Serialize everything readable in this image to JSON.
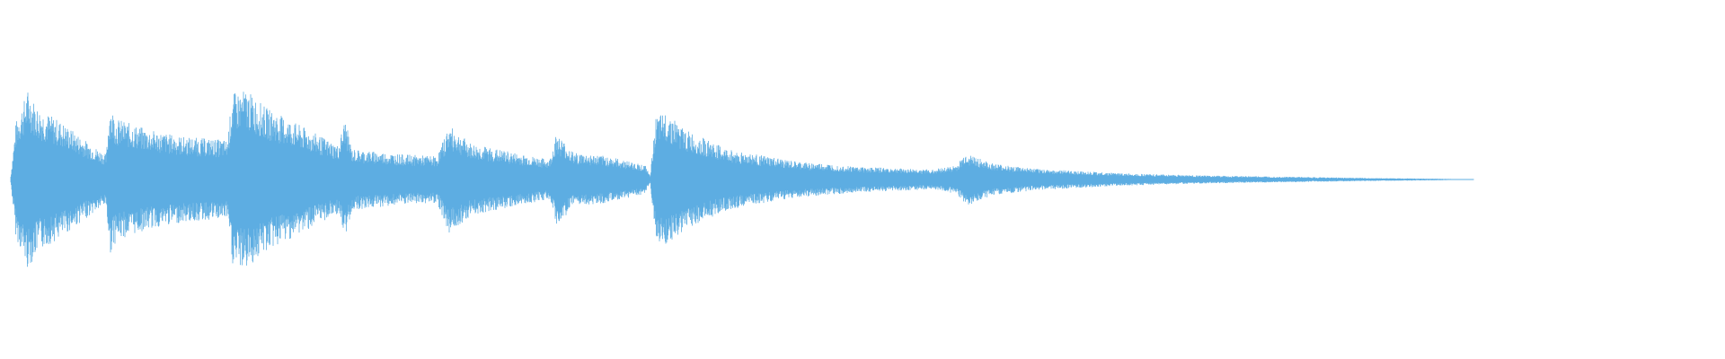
{
  "waveform": {
    "color": "#5dade2",
    "background": "#ffffff",
    "envelope": [
      [
        0.0,
        0.02
      ],
      [
        0.003,
        0.32
      ],
      [
        0.01,
        0.5
      ],
      [
        0.016,
        0.4
      ],
      [
        0.03,
        0.32
      ],
      [
        0.045,
        0.21
      ],
      [
        0.056,
        0.14
      ],
      [
        0.058,
        0.42
      ],
      [
        0.062,
        0.34
      ],
      [
        0.08,
        0.28
      ],
      [
        0.1,
        0.24
      ],
      [
        0.127,
        0.22
      ],
      [
        0.13,
        0.48
      ],
      [
        0.138,
        0.5
      ],
      [
        0.15,
        0.4
      ],
      [
        0.17,
        0.3
      ],
      [
        0.192,
        0.19
      ],
      [
        0.196,
        0.34
      ],
      [
        0.2,
        0.17
      ],
      [
        0.23,
        0.14
      ],
      [
        0.25,
        0.13
      ],
      [
        0.257,
        0.3
      ],
      [
        0.27,
        0.2
      ],
      [
        0.3,
        0.14
      ],
      [
        0.316,
        0.11
      ],
      [
        0.32,
        0.26
      ],
      [
        0.33,
        0.15
      ],
      [
        0.35,
        0.13
      ],
      [
        0.372,
        0.08
      ],
      [
        0.375,
        0.02
      ],
      [
        0.378,
        0.34
      ],
      [
        0.385,
        0.38
      ],
      [
        0.395,
        0.28
      ],
      [
        0.42,
        0.17
      ],
      [
        0.46,
        0.1
      ],
      [
        0.5,
        0.07
      ],
      [
        0.54,
        0.055
      ],
      [
        0.555,
        0.08
      ],
      [
        0.56,
        0.15
      ],
      [
        0.575,
        0.09
      ],
      [
        0.6,
        0.06
      ],
      [
        0.65,
        0.035
      ],
      [
        0.7,
        0.022
      ],
      [
        0.75,
        0.015
      ],
      [
        0.8,
        0.008
      ],
      [
        0.84,
        0.004
      ],
      [
        0.858,
        0.0
      ],
      [
        1.0,
        0.0
      ]
    ]
  }
}
